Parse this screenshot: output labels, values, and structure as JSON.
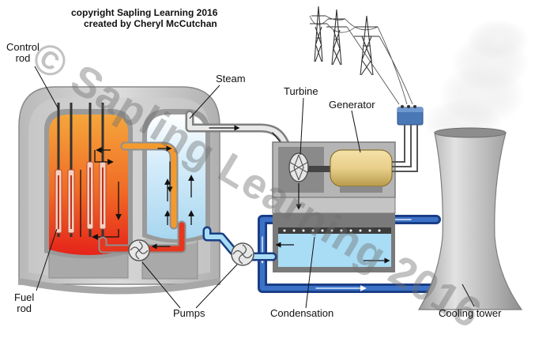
{
  "header": {
    "copyright_line": "copyright Sapling Learning 2016",
    "author_line": "created by Cheryl McCutchan"
  },
  "watermark": {
    "text": "© Sapling Learning 2016"
  },
  "labels": {
    "control_rod_line1": "Control",
    "control_rod_line2": "rod",
    "steam": "Steam",
    "turbine": "Turbine",
    "generator": "Generator",
    "fuel_rod_line1": "Fuel",
    "fuel_rod_line2": "rod",
    "pumps": "Pumps",
    "condensation": "Condensation",
    "cooling_tower": "Cooling tower"
  },
  "colors": {
    "core_hot": "#e8291a",
    "core_warm": "#f5a23a",
    "steam_generator_water": "#bfe2f5",
    "cooling_water": "#1f4fa8",
    "condenser_water": "#a9dcf5",
    "containment": "#c8c8c8",
    "generator": "#e8cf8a",
    "steam_pipe": "#9a9a9a"
  }
}
